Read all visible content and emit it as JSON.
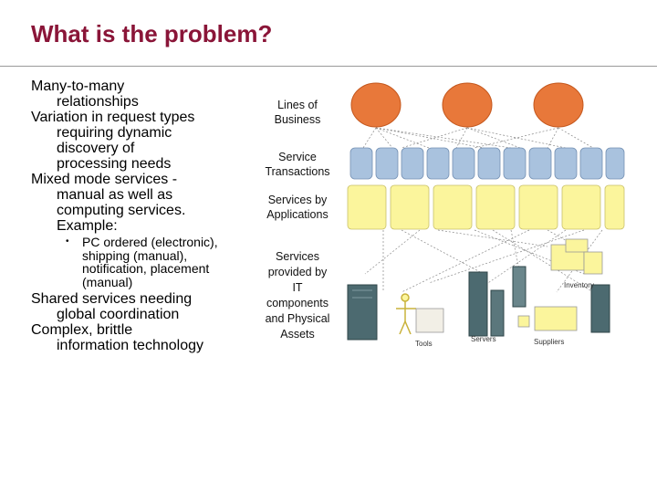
{
  "title": "What is the problem?",
  "bullets": [
    {
      "first": "Many-to-many",
      "cont": [
        "relationships"
      ]
    },
    {
      "first": "Variation in request types",
      "cont": [
        "requiring dynamic",
        "discovery of",
        "processing needs"
      ]
    },
    {
      "first": "Mixed mode services -",
      "cont": [
        "manual as well as",
        "computing services.",
        "Example:"
      ]
    }
  ],
  "sub_bullet": {
    "first": "PC ordered (electronic),",
    "cont": [
      "shipping (manual),",
      "notification, placement",
      "(manual)"
    ]
  },
  "bullets_after": [
    {
      "first": "Shared services needing",
      "cont": [
        "global coordination"
      ]
    },
    {
      "first": "Complex, brittle",
      "cont": [
        "information technology"
      ]
    }
  ],
  "diagram": {
    "labels": {
      "lob": [
        "Lines of",
        "Business"
      ],
      "trans": [
        "Service",
        "Transactions"
      ],
      "apps": [
        "Services by",
        "Applications"
      ],
      "it": [
        "Services",
        "provided by",
        "IT",
        "components",
        "and Physical",
        "Assets"
      ]
    },
    "small": {
      "inventory": "Inventory",
      "tools": "Tools",
      "servers": "Servers",
      "suppliers": "Suppliers"
    },
    "colors": {
      "business": "#e8783a",
      "transaction": "#a9c2de",
      "application": "#fbf59c",
      "title": "#8a1538"
    }
  }
}
